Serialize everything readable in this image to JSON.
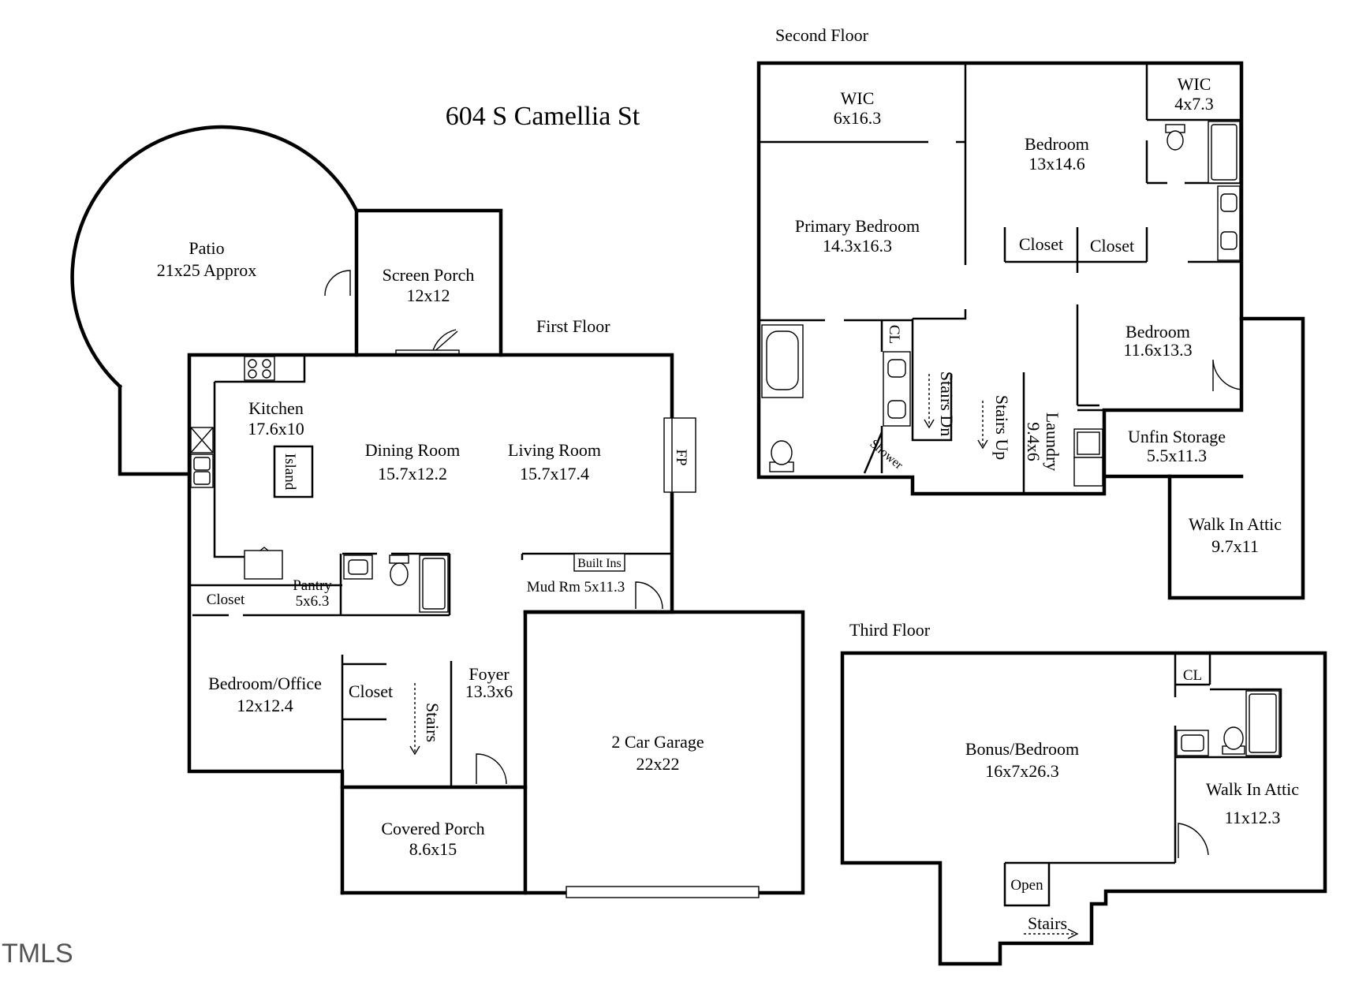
{
  "title": "604 S Camellia St",
  "floors": {
    "first": "First Floor",
    "second": "Second Floor",
    "third": "Third Floor"
  },
  "logo": "TMLS",
  "rooms": {
    "patio": {
      "name": "Patio",
      "dim": "21x25 Approx"
    },
    "screen_porch": {
      "name": "Screen Porch",
      "dim": "12x12"
    },
    "kitchen": {
      "name": "Kitchen",
      "dim": "17.6x10"
    },
    "island": {
      "name": "Island"
    },
    "dining": {
      "name": "Dining Room",
      "dim": "15.7x12.2"
    },
    "living": {
      "name": "Living Room",
      "dim": "15.7x17.4"
    },
    "fp": {
      "name": "FP"
    },
    "closet1": {
      "name": "Closet"
    },
    "pantry": {
      "name": "Pantry",
      "dim": "5x6.3"
    },
    "built_ins": {
      "name": "Built Ins"
    },
    "mud_rm": {
      "name": "Mud Rm 5x11.3"
    },
    "bedroom_office": {
      "name": "Bedroom/Office",
      "dim": "12x12.4"
    },
    "closet2": {
      "name": "Closet"
    },
    "stairs1": {
      "name": "Stairs"
    },
    "foyer": {
      "name": "Foyer",
      "dim": "13.3x6"
    },
    "garage": {
      "name": "2 Car Garage",
      "dim": "22x22"
    },
    "covered_porch": {
      "name": "Covered Porch",
      "dim": "8.6x15"
    },
    "wic1": {
      "name": "WIC",
      "dim": "6x16.3"
    },
    "primary_bedroom": {
      "name": "Primary Bedroom",
      "dim": "14.3x16.3"
    },
    "wic2": {
      "name": "WIC",
      "dim": "4x7.3"
    },
    "bedroom2": {
      "name": "Bedroom",
      "dim": "13x14.6"
    },
    "closet3": {
      "name": "Closet"
    },
    "closet4": {
      "name": "Closet"
    },
    "cl1": {
      "name": "CL"
    },
    "shower": {
      "name": "Shower"
    },
    "stairs_dn": {
      "name": "Stairs Dn"
    },
    "stairs_up": {
      "name": "Stairs Up"
    },
    "laundry": {
      "name": "Laundry",
      "dim": "9.4x6"
    },
    "bedroom3": {
      "name": "Bedroom",
      "dim": "11.6x13.3"
    },
    "unfin_storage": {
      "name": "Unfin Storage",
      "dim": "5.5x11.3"
    },
    "walk_in_attic1": {
      "name": "Walk In Attic",
      "dim": "9.7x11"
    },
    "bonus_bedroom": {
      "name": "Bonus/Bedroom",
      "dim": "16x7x26.3"
    },
    "cl2": {
      "name": "CL"
    },
    "walk_in_attic2": {
      "name": "Walk In Attic",
      "dim": "11x12.3"
    },
    "open": {
      "name": "Open"
    },
    "stairs3": {
      "name": "Stairs"
    }
  }
}
